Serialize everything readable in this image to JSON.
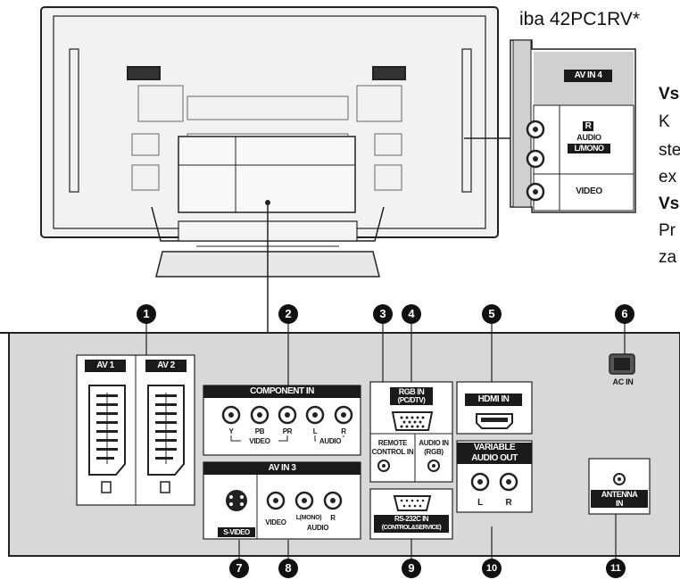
{
  "model_note": "iba 42PC1RV*",
  "side_text": [
    "Vs",
    "K",
    "ste",
    "ex",
    "Vs",
    "Pr",
    "za"
  ],
  "side_bold": [
    true,
    false,
    false,
    false,
    true,
    false,
    false
  ],
  "av_in4": {
    "title": "AV IN 4",
    "r": "R",
    "audio": "AUDIO",
    "lmono": "L/MONO",
    "video": "VIDEO"
  },
  "panel": {
    "av1": "AV 1",
    "av2": "AV 2",
    "component_in": "COMPONENT IN",
    "comp_y": "Y",
    "comp_pb": "PB",
    "comp_pr": "PR",
    "comp_video": "VIDEO",
    "comp_l": "L",
    "comp_r": "R",
    "comp_audio": "AUDIO",
    "rgb_in": "RGB IN",
    "rgb_sub": "(PC/DTV)",
    "remote": "REMOTE",
    "control_in": "CONTROL IN",
    "audio_in": "AUDIO IN",
    "audio_in_rgb": "(RGB)",
    "hdmi_in": "HDMI IN",
    "ac_in": "AC IN",
    "variable": "VARIABLE",
    "audio_out": "AUDIO OUT",
    "var_l": "L",
    "var_r": "R",
    "av_in3": "AV IN 3",
    "svideo": "S-VIDEO",
    "video": "VIDEO",
    "lmono3": "L(MONO)",
    "r3": "R",
    "audio3": "AUDIO",
    "rs232": "RS-232C IN",
    "rs232_sub": "(CONTROL&SERVICE)",
    "antenna": "ANTENNA",
    "antenna_in": "IN"
  },
  "numbers": [
    "1",
    "2",
    "3",
    "4",
    "5",
    "6",
    "7",
    "8",
    "9",
    "10",
    "11"
  ]
}
